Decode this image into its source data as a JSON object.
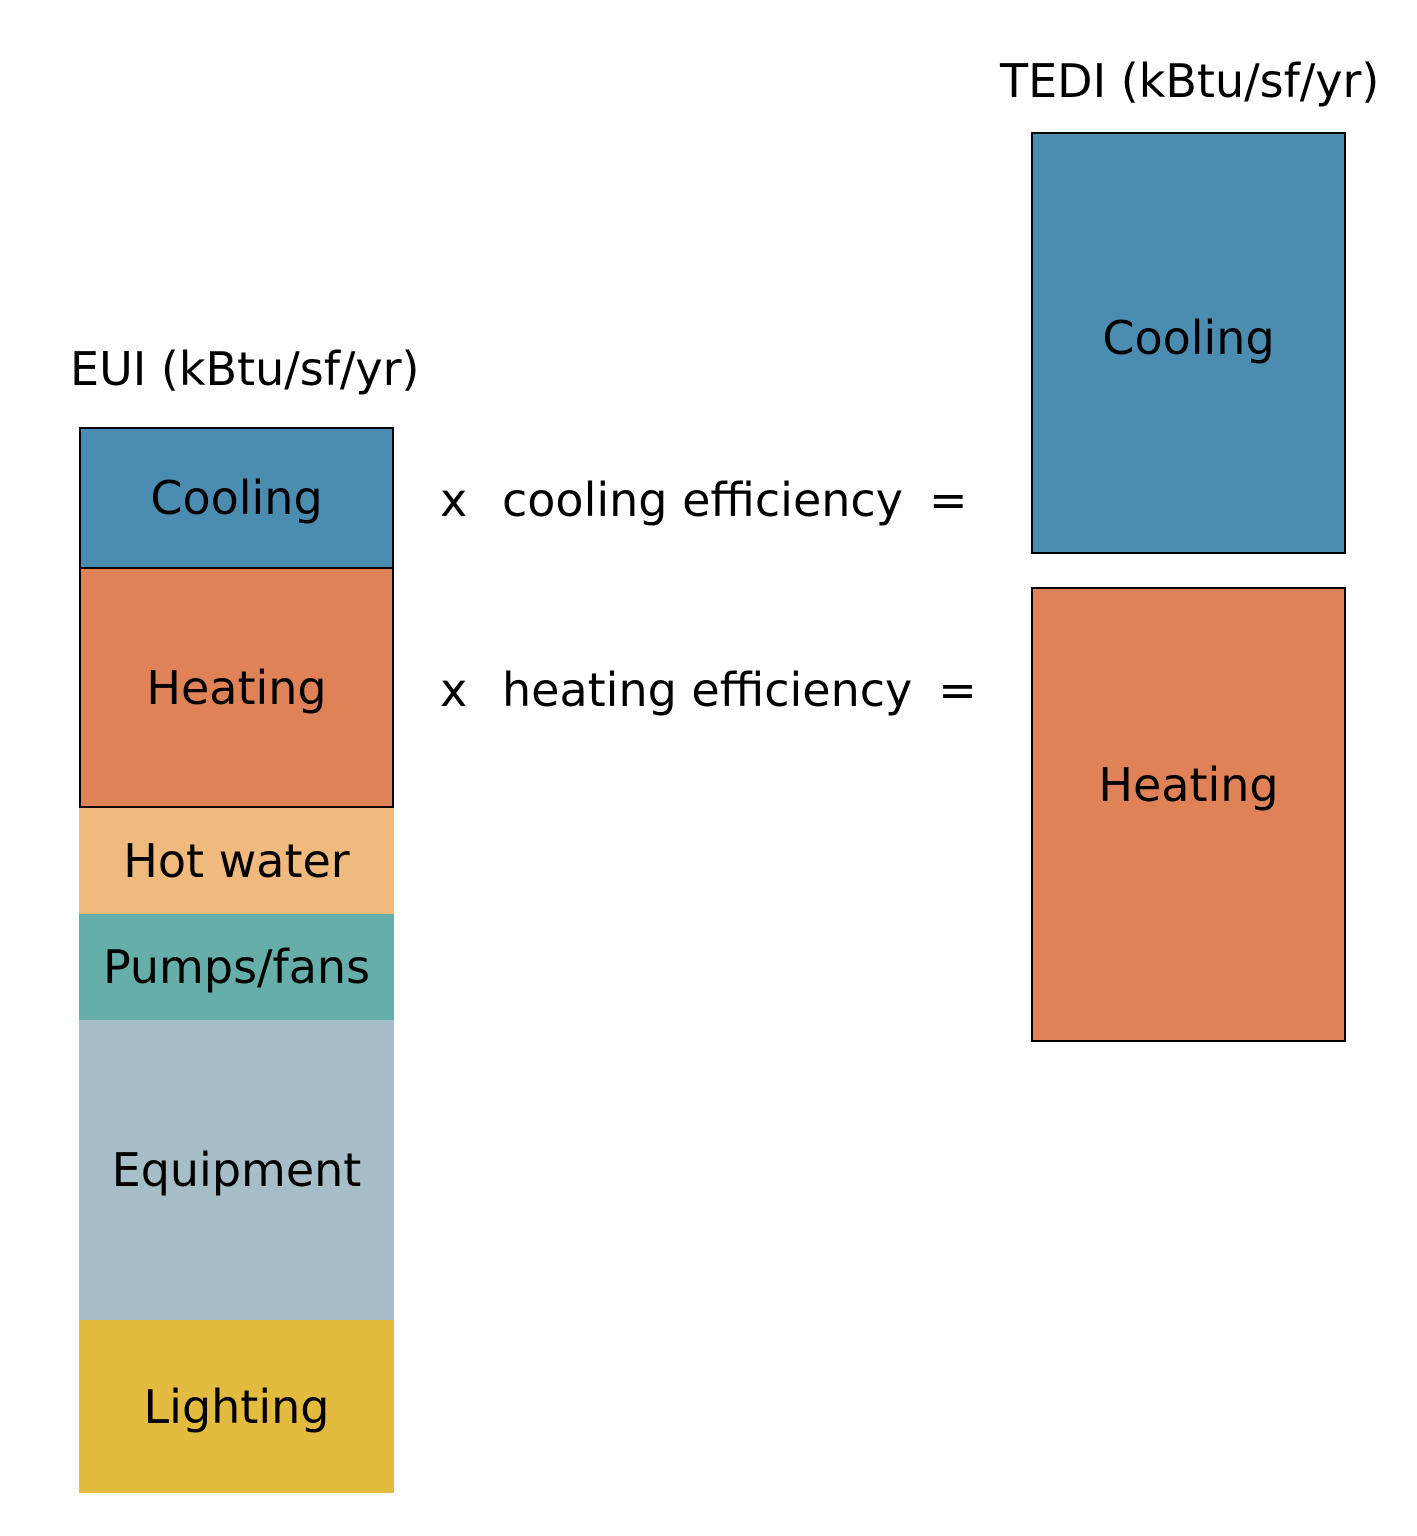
{
  "eui": {
    "title": "EUI (kBtu/sf/yr)",
    "segments": [
      {
        "label": "Cooling",
        "color": "#4a8db0"
      },
      {
        "label": "Heating",
        "color": "#e08257"
      },
      {
        "label": "Hot water",
        "color": "#f0b97e"
      },
      {
        "label": "Pumps/fans",
        "color": "#66aea9"
      },
      {
        "label": "Equipment",
        "color": "#a7bec8"
      },
      {
        "label": "Lighting",
        "color": "#e3bc3f"
      }
    ]
  },
  "operations": [
    {
      "multiplier": "x",
      "factor": "cooling efficiency",
      "equals": "="
    },
    {
      "multiplier": "x",
      "factor": "heating efficiency",
      "equals": "="
    }
  ],
  "tedi": {
    "title": "TEDI (kBtu/sf/yr)",
    "boxes": [
      {
        "label": "Cooling",
        "color": "#4a8db0"
      },
      {
        "label": "Heating",
        "color": "#e08257"
      }
    ]
  }
}
